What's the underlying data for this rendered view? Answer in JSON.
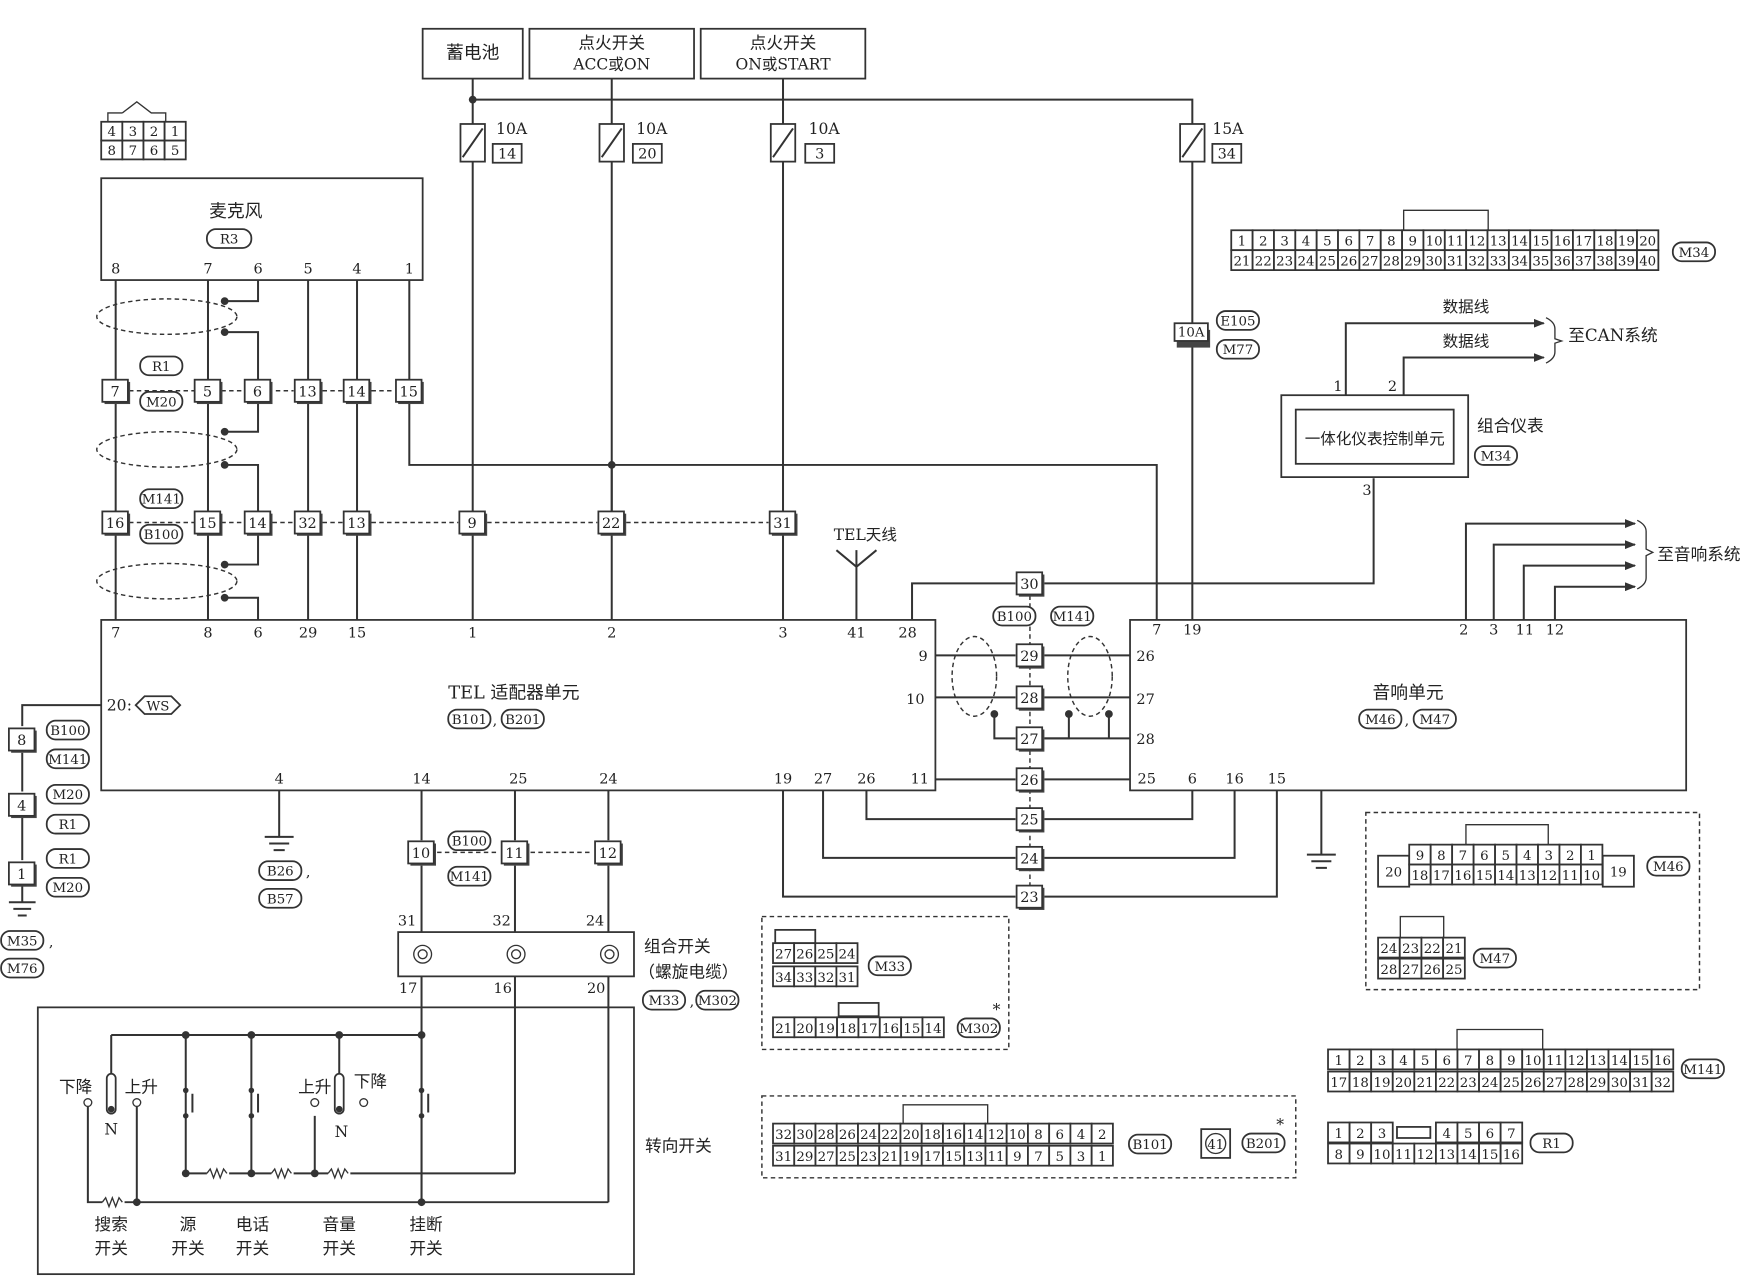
{
  "top_boxes": {
    "battery": "蓄电池",
    "acc_on_1": "点火开关",
    "acc_on_2": "ACC或ON",
    "on_start_1": "点火开关",
    "on_start_2": "ON或START"
  },
  "fuses": [
    {
      "rating": "10A",
      "number": "14"
    },
    {
      "rating": "10A",
      "number": "20"
    },
    {
      "rating": "10A",
      "number": "3"
    },
    {
      "rating": "15A",
      "number": "34"
    }
  ],
  "fuse_10a_e105": {
    "rating": "10A",
    "c1": "E105",
    "c2": "M77"
  },
  "mic_connector_pins": {
    "top": [
      "4",
      "3",
      "2",
      "1"
    ],
    "bottom": [
      "8",
      "7",
      "6",
      "5"
    ]
  },
  "microphone": {
    "title": "麦克风",
    "code": "R3",
    "pins": [
      "8",
      "7",
      "6",
      "5",
      "4",
      "1"
    ]
  },
  "conn_r1_m20": {
    "label1": "R1",
    "label2": "M20",
    "pins": [
      "7",
      "5",
      "6",
      "13",
      "14",
      "15"
    ]
  },
  "conn_m141_b100": {
    "label1": "M141",
    "label2": "B100",
    "pins": [
      "16",
      "15",
      "14",
      "32",
      "13",
      "9",
      "22",
      "31"
    ]
  },
  "tel_antenna": "TEL天线",
  "tel_unit": {
    "title": "TEL 适配器单元",
    "code1": "B101",
    "code2": "B201",
    "top_pins": [
      "7",
      "8",
      "6",
      "29",
      "15",
      "1",
      "2",
      "3",
      "41",
      "28"
    ],
    "left_pin": "20",
    "ws_label": "WS",
    "right_pins": [
      "9",
      "10"
    ],
    "bottom_pins": [
      "4",
      "14",
      "25",
      "24",
      "19",
      "27",
      "26",
      "11"
    ]
  },
  "audio_unit": {
    "title": "音响单元",
    "code1": "M46",
    "code2": "M47",
    "top_pins": [
      "7",
      "19",
      "2",
      "3",
      "11",
      "12"
    ],
    "left_pins": [
      "26",
      "27",
      "28"
    ],
    "bottom_pins": [
      "25",
      "6",
      "16",
      "15"
    ]
  },
  "middle_conn": {
    "label1": "B100",
    "label2": "M141",
    "pins": [
      "30",
      "29",
      "28",
      "27",
      "26",
      "25",
      "24",
      "23"
    ]
  },
  "combo_meter": {
    "unit": "一体化仪表控制单元",
    "title": "组合仪表",
    "code": "M34",
    "pins": [
      "1",
      "2",
      "3"
    ],
    "data_line_1": "数据线",
    "data_line_2": "数据线",
    "to_can": "至CAN系统"
  },
  "to_audio": "至音响系统",
  "m34_conn": {
    "label": "M34",
    "row1": [
      "1",
      "2",
      "3",
      "4",
      "5",
      "6",
      "7",
      "8",
      "9",
      "10",
      "11",
      "12",
      "13",
      "14",
      "15",
      "16",
      "17",
      "18",
      "19",
      "20"
    ],
    "row2": [
      "21",
      "22",
      "23",
      "24",
      "25",
      "26",
      "27",
      "28",
      "29",
      "30",
      "31",
      "32",
      "33",
      "34",
      "35",
      "36",
      "37",
      "38",
      "39",
      "40"
    ]
  },
  "left_ground_conn": {
    "c1": {
      "pin": "8",
      "l1": "B100",
      "l2": "M141"
    },
    "c2": {
      "pin": "4",
      "l1": "M20",
      "l2": "R1"
    },
    "c3": {
      "pin": "1",
      "l1": "R1",
      "l2": "M20"
    },
    "ground1": "M35",
    "ground2": "M76"
  },
  "ground_b26": {
    "l1": "B26",
    "l2": "B57"
  },
  "bottom_conn": {
    "label1": "B100",
    "label2": "M141",
    "pins": [
      "10",
      "11",
      "12"
    ]
  },
  "combo_switch": {
    "title1": "组合开关",
    "title2": "（螺旋电缆）",
    "code1": "M33",
    "code2": "M302",
    "top_pins": [
      "31",
      "32",
      "24"
    ],
    "bottom_pins": [
      "17",
      "16",
      "20"
    ]
  },
  "steering_switch": {
    "title": "转向开关",
    "down1": "下降",
    "up1": "上升",
    "n1": "N",
    "up2": "上升",
    "down2": "下降",
    "n2": "N",
    "labels": [
      {
        "l1": "搜索",
        "l2": "开关"
      },
      {
        "l1": "源",
        "l2": "开关"
      },
      {
        "l1": "电话",
        "l2": "开关"
      },
      {
        "l1": "音量",
        "l2": "开关"
      },
      {
        "l1": "挂断",
        "l2": "开关"
      }
    ]
  },
  "m33_conn": {
    "label": "M33",
    "row1": [
      "27",
      "26",
      "25",
      "24"
    ],
    "row2": [
      "34",
      "33",
      "32",
      "31"
    ]
  },
  "m302_conn": {
    "label": "M302",
    "star": "*",
    "row": [
      "21",
      "20",
      "19",
      "18",
      "17",
      "16",
      "15",
      "14"
    ]
  },
  "b101_conn": {
    "label": "B101",
    "row1": [
      "32",
      "30",
      "28",
      "26",
      "24",
      "22",
      "20",
      "18",
      "16",
      "14",
      "12",
      "10",
      "8",
      "6",
      "4",
      "2"
    ],
    "row2": [
      "31",
      "29",
      "27",
      "25",
      "23",
      "21",
      "19",
      "17",
      "15",
      "13",
      "11",
      "9",
      "7",
      "5",
      "3",
      "1"
    ]
  },
  "b201_conn": {
    "label": "B201",
    "pin": "41",
    "star": "*"
  },
  "m46_conn": {
    "label": "M46",
    "row1": [
      "9",
      "8",
      "7",
      "6",
      "5",
      "4",
      "3",
      "2",
      "1"
    ],
    "row2": [
      "18",
      "17",
      "16",
      "15",
      "14",
      "13",
      "12",
      "11",
      "10"
    ],
    "left": "20",
    "right": "19"
  },
  "m47_conn": {
    "label": "M47",
    "row1": [
      "24",
      "23",
      "22",
      "21"
    ],
    "row2": [
      "28",
      "27",
      "26",
      "25"
    ]
  },
  "m141_conn": {
    "label": "M141",
    "row1": [
      "1",
      "2",
      "3",
      "4",
      "5",
      "6",
      "7",
      "8",
      "9",
      "10",
      "11",
      "12",
      "13",
      "14",
      "15",
      "16"
    ],
    "row2": [
      "17",
      "18",
      "19",
      "20",
      "21",
      "22",
      "23",
      "24",
      "25",
      "26",
      "27",
      "28",
      "29",
      "30",
      "31",
      "32"
    ]
  },
  "r1_conn": {
    "label": "R1",
    "row1": [
      "1",
      "2",
      "3",
      "",
      "4",
      "5",
      "6",
      "7"
    ],
    "row2": [
      "8",
      "9",
      "10",
      "11",
      "12",
      "13",
      "14",
      "15",
      "16"
    ]
  }
}
